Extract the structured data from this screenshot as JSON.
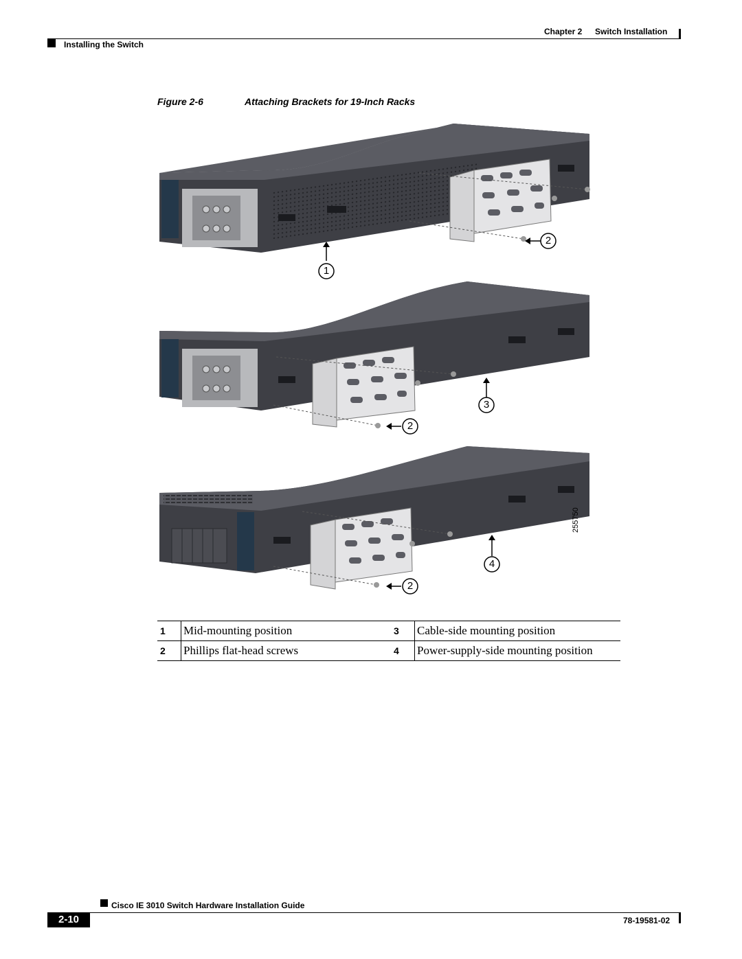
{
  "header": {
    "chapter": "Chapter 2",
    "chapter_title": "Switch Installation",
    "section": "Installing the Switch"
  },
  "figure": {
    "number": "Figure 2-6",
    "title": "Attaching Brackets for 19-Inch Racks",
    "art_id": "255750",
    "callout_labels": [
      "1",
      "2",
      "3",
      "2",
      "4",
      "2"
    ]
  },
  "callouts": [
    {
      "num": "1",
      "text": "Mid-mounting position"
    },
    {
      "num": "2",
      "text": "Phillips flat-head screws"
    },
    {
      "num": "3",
      "text": "Cable-side mounting position"
    },
    {
      "num": "4",
      "text": "Power-supply-side mounting position"
    }
  ],
  "footer": {
    "guide_title": "Cisco IE 3010 Switch Hardware Installation Guide",
    "page_number": "2-10",
    "doc_number": "78-19581-02"
  },
  "colors": {
    "chassis_top": "#5b5c63",
    "chassis_side": "#3e3f45",
    "bracket": "#e4e4e6"
  }
}
